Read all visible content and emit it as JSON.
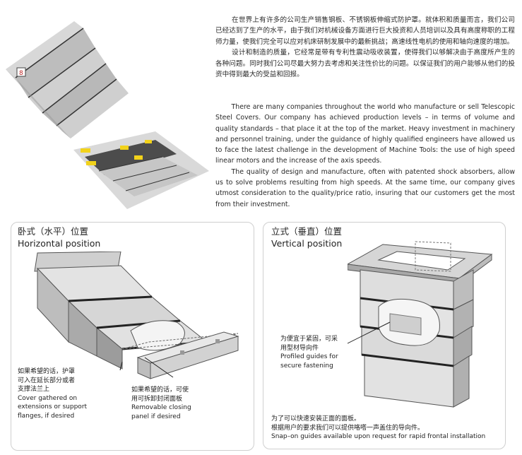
{
  "intro": {
    "zh_p1": "在世界上有许多的公司生产销售钢板、不锈钢板伸缩式防护罩。就体积和质量而言，我们公司已经达到了生产的水平，由于我们对机械设备方面进行巨大投资和人员培训以及具有高度称职的工程师力量，使我们完全可以应对机床研制发展中的最新挑战；高速线性电机的使用和轴向速度的增加。",
    "zh_p2": "设计和制造的质量，它经常是带有专利性震动吸收装置，使得我们以够解决由于高度所产生的各种问题。同时我们公司尽最大努力去考虑和关注性价比的问题。以保证我们的用户能够从他们的投资中得到最大的受益和回报。",
    "en_p1": "There are many companies throughout the world who manufacture or sell Telescopic Steel Covers. Our company has achieved production levels – in terms of volume and quality standards – that place it at the top of the market. Heavy investment in machinery and personnel training, under the guidance of highly qualified engineers have allowed us to face the latest challenge in the development of Machine Tools: the use of high speed linear motors and the increase of the axis speeds.",
    "en_p2": "The quality of design and manufacture, often with patented shock absorbers, allow us to solve problems resulting from high speeds. At the same time, our company gives utmost consideration to the quality/price ratio, insuring that our customers get the most from their investment."
  },
  "horizontal": {
    "title_zh": "卧式（水平）位置",
    "title_en": "Horizontal position",
    "cap_left_zh1": "如果希望的话，护罩",
    "cap_left_zh2": "可入在延长部分或者",
    "cap_left_zh3": "支撑法兰上",
    "cap_left_en1": "Cover gathered on",
    "cap_left_en2": "extensions or support",
    "cap_left_en3": "flanges, if desired",
    "cap_right_zh1": "如果希望的话，可使",
    "cap_right_zh2": "用可拆卸封闭面板",
    "cap_right_en1": "Removable closing",
    "cap_right_en2": "panel if desired"
  },
  "vertical": {
    "title_zh": "立式（垂直）位置",
    "title_en": "Vertical position",
    "cap_guides_zh1": "为便宜于紧固，可采",
    "cap_guides_zh2": "用型材导向件",
    "cap_guides_en1": "Profiled guides for",
    "cap_guides_en2": "secure fastening",
    "cap_bottom_zh1": "为了可以快速安装正面的面板。",
    "cap_bottom_zh2": "根据用户的要求我们可以提供咯嗒一声盖住的导向件。",
    "cap_bottom_en": "Snap–on guides available upon request for rapid frontal installation"
  },
  "photo_label": "8",
  "colors": {
    "panel_border": "#cfcfcf",
    "steel_light": "#e2e2e2",
    "steel_mid": "#c4c4c4",
    "steel_dark": "#8a8a8a",
    "yellow_parts": "#f2d21a"
  }
}
